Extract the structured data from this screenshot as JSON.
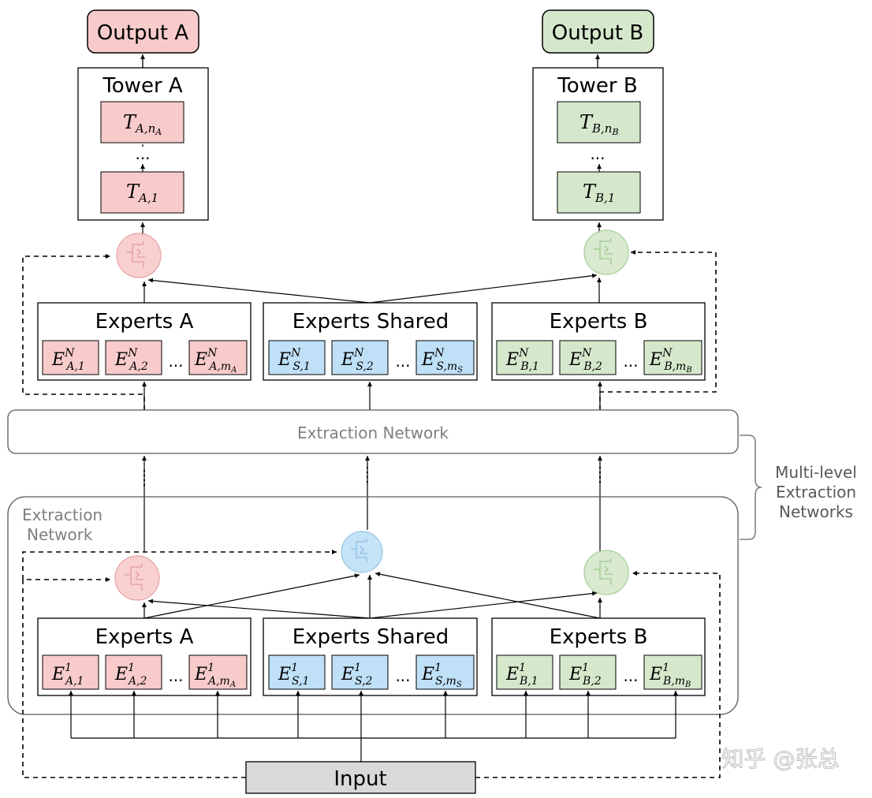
{
  "outputs": {
    "a": "Output A",
    "b": "Output B"
  },
  "towers": {
    "a": {
      "title": "Tower A",
      "top": {
        "base": "T",
        "sub": "A,n",
        "subsub": "A"
      },
      "dots": "...",
      "bottom": {
        "base": "T",
        "sub": "A,1"
      }
    },
    "b": {
      "title": "Tower B",
      "top": {
        "base": "T",
        "sub": "B,n",
        "subsub": "B"
      },
      "dots": "...",
      "bottom": {
        "base": "T",
        "sub": "B,1"
      }
    }
  },
  "experts_top": {
    "a": {
      "title": "Experts A",
      "dots": "...",
      "items": [
        {
          "base": "E",
          "sup": "N",
          "sub": "A,1",
          "subsub": ""
        },
        {
          "base": "E",
          "sup": "N",
          "sub": "A,2",
          "subsub": ""
        },
        {
          "base": "E",
          "sup": "N",
          "sub": "A,m",
          "subsub": "A"
        }
      ]
    },
    "s": {
      "title": "Experts Shared",
      "dots": "...",
      "items": [
        {
          "base": "E",
          "sup": "N",
          "sub": "S,1",
          "subsub": ""
        },
        {
          "base": "E",
          "sup": "N",
          "sub": "S,2",
          "subsub": ""
        },
        {
          "base": "E",
          "sup": "N",
          "sub": "S,m",
          "subsub": "S"
        }
      ]
    },
    "b": {
      "title": "Experts B",
      "dots": "...",
      "items": [
        {
          "base": "E",
          "sup": "N",
          "sub": "B,1",
          "subsub": ""
        },
        {
          "base": "E",
          "sup": "N",
          "sub": "B,2",
          "subsub": ""
        },
        {
          "base": "E",
          "sup": "N",
          "sub": "B,m",
          "subsub": "B"
        }
      ]
    }
  },
  "experts_bottom": {
    "a": {
      "title": "Experts A",
      "dots": "...",
      "items": [
        {
          "base": "E",
          "sup": "1",
          "sub": "A,1",
          "subsub": ""
        },
        {
          "base": "E",
          "sup": "1",
          "sub": "A,2",
          "subsub": ""
        },
        {
          "base": "E",
          "sup": "1",
          "sub": "A,m",
          "subsub": "A"
        }
      ]
    },
    "s": {
      "title": "Experts Shared",
      "dots": "...",
      "items": [
        {
          "base": "E",
          "sup": "1",
          "sub": "S,1",
          "subsub": ""
        },
        {
          "base": "E",
          "sup": "1",
          "sub": "S,2",
          "subsub": ""
        },
        {
          "base": "E",
          "sup": "1",
          "sub": "S,m",
          "subsub": "S"
        }
      ]
    },
    "b": {
      "title": "Experts B",
      "dots": "...",
      "items": [
        {
          "base": "E",
          "sup": "1",
          "sub": "B,1",
          "subsub": ""
        },
        {
          "base": "E",
          "sup": "1",
          "sub": "B,2",
          "subsub": ""
        },
        {
          "base": "E",
          "sup": "1",
          "sub": "B,m",
          "subsub": "B"
        }
      ]
    }
  },
  "extraction_network_bar": "Extraction Network",
  "extraction_network_panel": {
    "line1": "Extraction",
    "line2": "Network"
  },
  "multi_level": {
    "line1": "Multi-level",
    "line2": "Extraction",
    "line3": "Networks"
  },
  "input": "Input",
  "watermark": "知乎 @张总",
  "colors": {
    "task_a_fill": "#f8cbcb",
    "task_a_stroke": "#e59a9a",
    "shared_fill": "#bfe0f7",
    "shared_stroke": "#8cbfe3",
    "task_b_fill": "#d5e8cc",
    "task_b_stroke": "#9cc98c",
    "input_fill": "#d9d9d9",
    "gray_text": "#7f7f7f"
  },
  "icons": {
    "gate": "gate-icon"
  }
}
